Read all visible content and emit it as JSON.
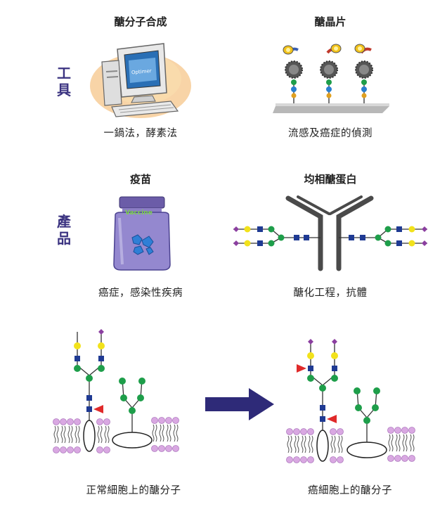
{
  "row1": {
    "side_label": [
      "工",
      "具"
    ],
    "left": {
      "title": "醣分子合成",
      "caption": "一鍋法，酵素法",
      "screen_text": "Optimer"
    },
    "right": {
      "title": "醣晶片",
      "caption": "流感及癌症的偵測"
    }
  },
  "row2": {
    "side_label": [
      "產",
      "品"
    ],
    "left": {
      "title": "疫苗",
      "caption": "癌症，感染性疾病",
      "jar_label": "Vaccine"
    },
    "right": {
      "title": "均相醣蛋白",
      "caption": "醣化工程，抗體"
    }
  },
  "row3": {
    "left_caption": "正常細胞上的醣分子",
    "right_caption": "癌細胞上的醣分子"
  },
  "colors": {
    "side_text": "#3a3280",
    "arrow": "#2e2a78",
    "glcnac": "#1f3a93",
    "mannose": "#1e9e4a",
    "galactose": "#f2e21b",
    "sialic": "#8b3fa0",
    "fucose": "#e02a2a",
    "lipid": "#d9a8e2",
    "antibody": "#4a4a4a"
  }
}
